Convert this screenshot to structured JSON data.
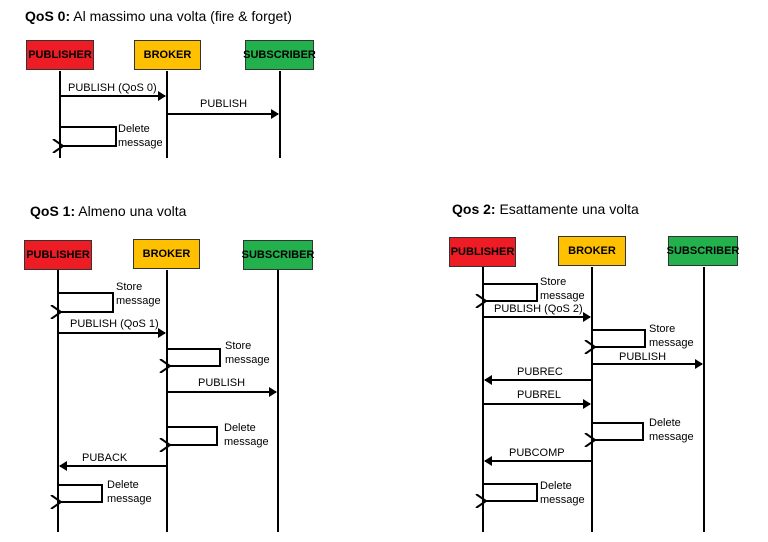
{
  "diagrams": {
    "qos0": {
      "title_bold": "QoS 0:",
      "title_rest": " Al massimo una volta (fire & forget)",
      "publisher": "PUBLISHER",
      "broker": "BROKER",
      "subscriber": "SUBSCRIBER",
      "msg1": "PUBLISH (QoS 0)",
      "msg2": "PUBLISH",
      "self1_line1": "Delete",
      "self1_line2": "message"
    },
    "qos1": {
      "title_bold": "QoS 1:",
      "title_rest": " Almeno una volta",
      "publisher": "PUBLISHER",
      "broker": "BROKER",
      "subscriber": "SUBSCRIBER",
      "self1_line1": "Store",
      "self1_line2": "message",
      "msg1": "PUBLISH (QoS 1)",
      "self2_line1": "Store",
      "self2_line2": "message",
      "msg2": "PUBLISH",
      "self3_line1": "Delete",
      "self3_line2": "message",
      "msg3": "PUBACK",
      "self4_line1": "Delete",
      "self4_line2": "message"
    },
    "qos2": {
      "title_bold": "Qos 2:",
      "title_rest": " Esattamente una volta",
      "publisher": "PUBLISHER",
      "broker": "BROKER",
      "subscriber": "SUBSCRIBER",
      "self1_line1": "Store",
      "self1_line2": "message",
      "msg1": "PUBLISH (QoS 2)",
      "self2_line1": "Store",
      "self2_line2": "message",
      "msg2": "PUBLISH",
      "msg3": "PUBREC",
      "msg4": "PUBREL",
      "self3_line1": "Delete",
      "self3_line2": "message",
      "msg5": "PUBCOMP",
      "self4_line1": "Delete",
      "self4_line2": "message"
    }
  },
  "colors": {
    "publisher": "#ee1c25",
    "broker": "#ffc000",
    "subscriber": "#22b14c"
  }
}
